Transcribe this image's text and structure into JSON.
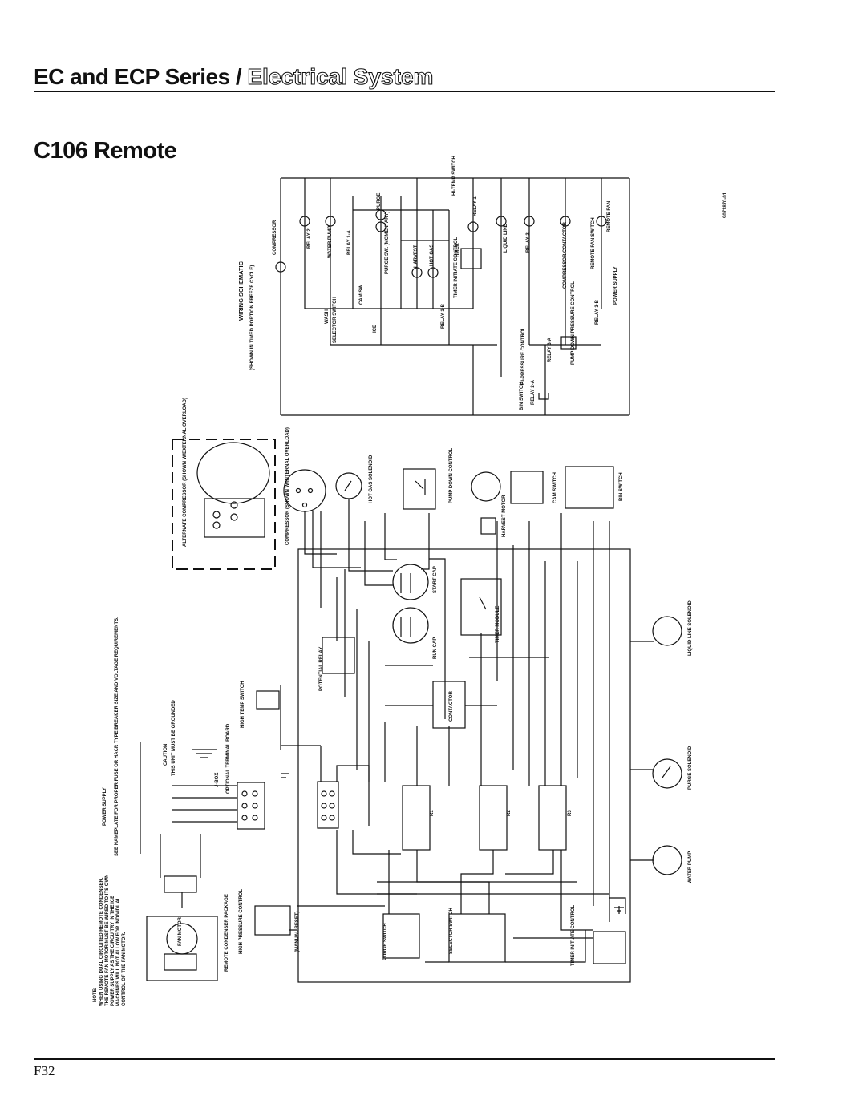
{
  "header": {
    "series": "EC and ECP Series /",
    "section": "Electrical System"
  },
  "page_title": "C106 Remote",
  "page_number": "F32",
  "schematic": {
    "title": "WIRING SCHEMATIC",
    "subtitle": "(SHOWN IN TIMED PORTION FREEZE CYCLE)",
    "drawing_number": "9071870-01",
    "labels": {
      "compressor": "COMPRESSOR",
      "relay2": "RELAY 2",
      "water_pump": "WATER PUMP",
      "relay1a": "RELAY 1-A",
      "purge": "PURGE",
      "purge_sw": "PURGE SW. (MOMENTARY)",
      "harvest": "HARVEST",
      "hot_gas": "HOT GAS",
      "timer_initiate": "TIMER INITIATE CONTROL",
      "timer": "TIMER",
      "relay1": "RELAY 1",
      "hi_temp": "HI-TEMP SWITCH",
      "liquid_line": "LIQUID LINE",
      "relay3": "RELAY 3",
      "compressor_contactor": "COMPRESSOR CONTACTOR",
      "remote_fan_switch": "REMOTE FAN SWITCH",
      "remote_fan": "REMOTE FAN",
      "power_supply": "POWER SUPPLY",
      "wash": "WASH",
      "selector_switch": "SELECTOR SWITCH",
      "ice": "ICE",
      "cam_sw": "CAM SW.",
      "relay1b": "RELAY 1-B",
      "hi_pressure": "HI-PRESSURE CONTROL",
      "relay3a": "RELAY 3-A",
      "pump_down": "PUMP DOWN PRESSURE CONTROL",
      "relay3b": "RELAY 3-B",
      "bin_switch": "BIN SWITCH",
      "relay2a": "RELAY 2-A"
    }
  },
  "wiring": {
    "alternate_compressor": "ALTERNATE COMPRESSOR (SHOWN W/EXTERNAL OVERLOAD)",
    "compressor": "COMPRESSOR (SHOWN W/INTERNAL OVERLOAD)",
    "hot_gas_solenoid": "HOT GAS SOLENOID",
    "pump_down_control": "PUMP DOWN CONTROL",
    "harvest_motor": "HARVEST MOTOR",
    "cam_switch": "CAM SWITCH",
    "bin_switch": "BIN SWITCH",
    "start_cap": "START CAP",
    "run_cap": "RUN CAP",
    "timer_module": "TIMER MODULE",
    "potential_relay": "POTENTIAL RELAY",
    "contactor": "CONTACTOR",
    "liquid_line_solenoid": "LIQUID LINE SOLENOID",
    "high_temp_switch": "HIGH TEMP SWITCH",
    "caution": "CAUTION",
    "caution_text": "THIS UNIT MUST BE GROUNDED",
    "jbox": "J-BOX",
    "optional_terminal_board": "OPTIONAL TERMINAL BOARD",
    "power_supply": "POWER SUPPLY",
    "power_note": "SEE NAMEPLATE FOR PROPER FUSE OR HACR TYPE BREAKER SIZE AND VOLTAGE REQUIREMENTS.",
    "purge_solenoid": "PURGE SOLENOID",
    "water_pump": "WATER PUMP",
    "high_pressure_control": "HIGH PRESSURE CONTROL",
    "manual_reset": "(MANUAL RESET)",
    "purge_switch": "PURGE SWITCH",
    "selector_switch": "SELECTOR SWITCH",
    "timer_initiate_control": "TIMER INITIATE CONTROL",
    "remote_condenser": "REMOTE CONDENSER PACKAGE",
    "fan_motor": "FAN MOTOR",
    "relays": [
      "R1",
      "R2",
      "R3"
    ],
    "note_title": "NOTE:",
    "note_text": "WHEN USING DUAL CIRCUITED REMOTE CONDENSER, THE REMOTE FAN MOTOR MUST BE WIRED TO ITS OWN POWER SUPPLY AS THE CIRCUITRY IN THE ICE MACHINES WILL NOT ALLOW FOR INDIVIDUAL CONTROL OF THE FAN MOTOR."
  }
}
